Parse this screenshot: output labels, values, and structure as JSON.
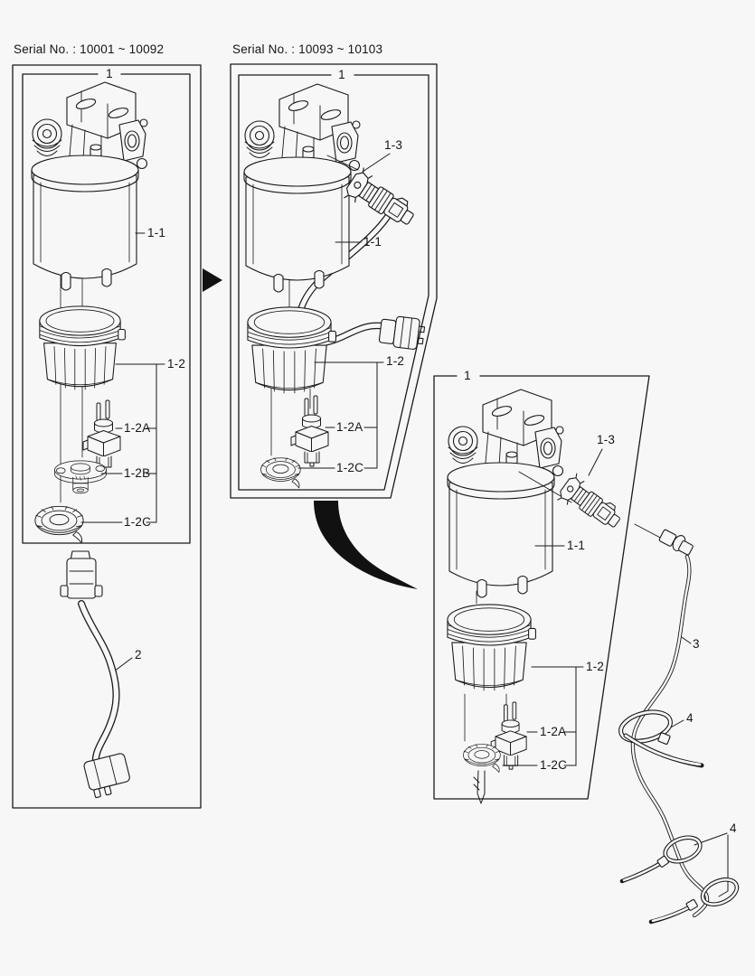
{
  "page": {
    "background": "#f7f7f7",
    "line_color": "#1a1a1a"
  },
  "sections": {
    "left": {
      "serial": "Serial No. : 10001 ~ 10092",
      "assembly": "1",
      "labels": {
        "filter": "1-1",
        "cap_assy": "1-2",
        "sensor": "1-2A",
        "valve": "1-2B",
        "ring": "1-2C",
        "hose": "2"
      }
    },
    "middle": {
      "serial": "Serial No. : 10093 ~ 10103",
      "assembly": "1",
      "labels": {
        "wif_sensor": "1-3",
        "filter": "1-1",
        "cap_assy": "1-2",
        "sensor": "1-2A",
        "ring": "1-2C"
      }
    },
    "right": {
      "assembly": "1",
      "labels": {
        "wif_sensor": "1-3",
        "filter": "1-1",
        "cap_assy": "1-2",
        "sensor": "1-2A",
        "ring": "1-2C",
        "harness": "3",
        "tie_upper": "4",
        "tie_lower": "4"
      }
    }
  }
}
